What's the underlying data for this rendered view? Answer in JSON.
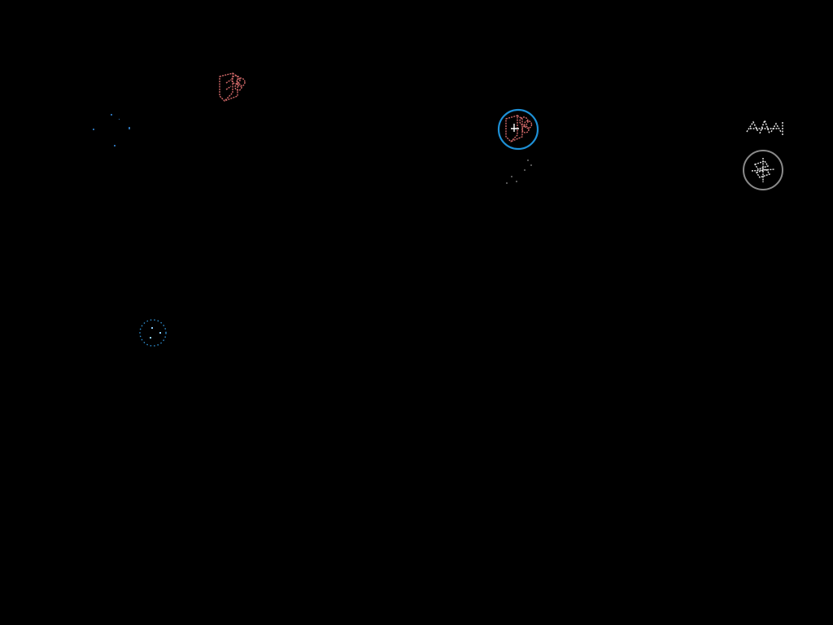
{
  "scene": {
    "background": "#000000"
  },
  "objects": [
    {
      "name": "enemy-unit-icon",
      "kind": "unit",
      "owner": "enemy",
      "color": "#d46a6a",
      "selected": false
    },
    {
      "name": "enemy-unit-icon-selected",
      "kind": "unit",
      "owner": "enemy",
      "color": "#d46a6a",
      "selected": true,
      "ring_color": "#1e90d6"
    },
    {
      "name": "neutral-unit-icon",
      "kind": "unit",
      "owner": "neutral",
      "color": "#e8e8e8",
      "selected": false
    },
    {
      "name": "neutral-unit-icon-ringed",
      "kind": "unit",
      "owner": "neutral",
      "color": "#e8e8e8",
      "selected": true,
      "ring_color": "#8a8a8a"
    },
    {
      "name": "waypoint-marker-left",
      "kind": "marker",
      "color": "#2b6fb0"
    },
    {
      "name": "waypoint-marker-lower-left",
      "kind": "marker",
      "color": "#2f8fd0"
    },
    {
      "name": "waypoint-marker-center",
      "kind": "marker",
      "color": "#555555"
    }
  ]
}
